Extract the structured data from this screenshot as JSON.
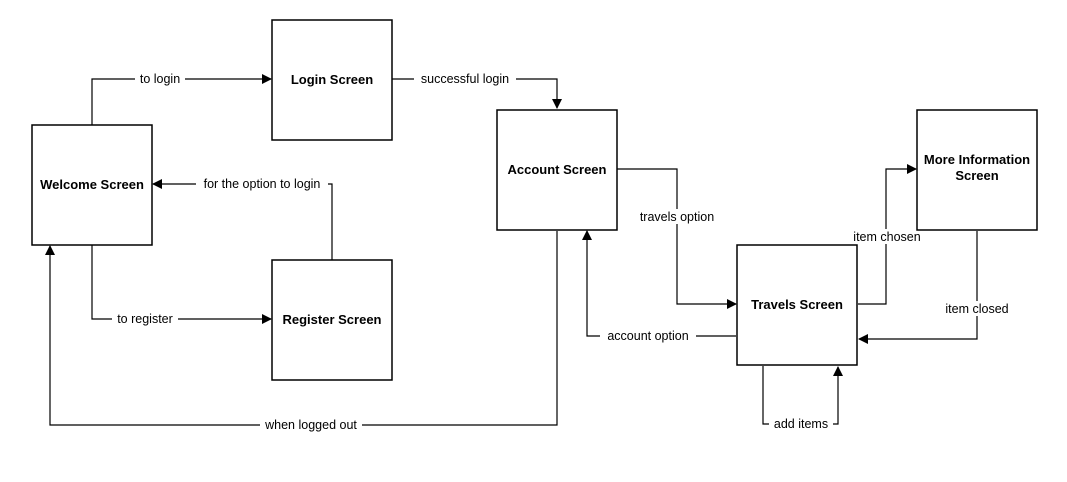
{
  "diagram": {
    "nodes": [
      {
        "id": "welcome",
        "label": "Welcome Screen"
      },
      {
        "id": "login",
        "label": "Login Screen"
      },
      {
        "id": "register",
        "label": "Register Screen"
      },
      {
        "id": "account",
        "label": "Account Screen"
      },
      {
        "id": "travels",
        "label": "Travels Screen"
      },
      {
        "id": "moreinfo",
        "label": "More Information Screen",
        "lines": [
          "More Information",
          "Screen"
        ]
      }
    ],
    "edges": [
      {
        "from": "welcome",
        "to": "login",
        "label": "to login"
      },
      {
        "from": "login",
        "to": "account",
        "label": "successful login"
      },
      {
        "from": "register",
        "to": "welcome",
        "label": "for the option to login"
      },
      {
        "from": "welcome",
        "to": "register",
        "label": "to register"
      },
      {
        "from": "account",
        "to": "travels",
        "label": "travels option"
      },
      {
        "from": "travels",
        "to": "account",
        "label": "account option"
      },
      {
        "from": "travels",
        "to": "moreinfo",
        "label": "item chosen"
      },
      {
        "from": "moreinfo",
        "to": "travels",
        "label": "item closed"
      },
      {
        "from": "account",
        "to": "welcome",
        "label": "when logged out"
      },
      {
        "from": "travels",
        "to": "travels",
        "label": "add items"
      }
    ]
  }
}
